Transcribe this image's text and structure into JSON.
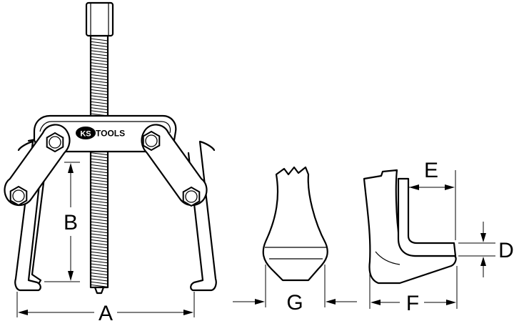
{
  "brand": {
    "logo_ks": "KS",
    "logo_tools": "TOOLS"
  },
  "labels": {
    "A": "A",
    "B": "B",
    "D": "D",
    "E": "E",
    "F": "F",
    "G": "G"
  }
}
